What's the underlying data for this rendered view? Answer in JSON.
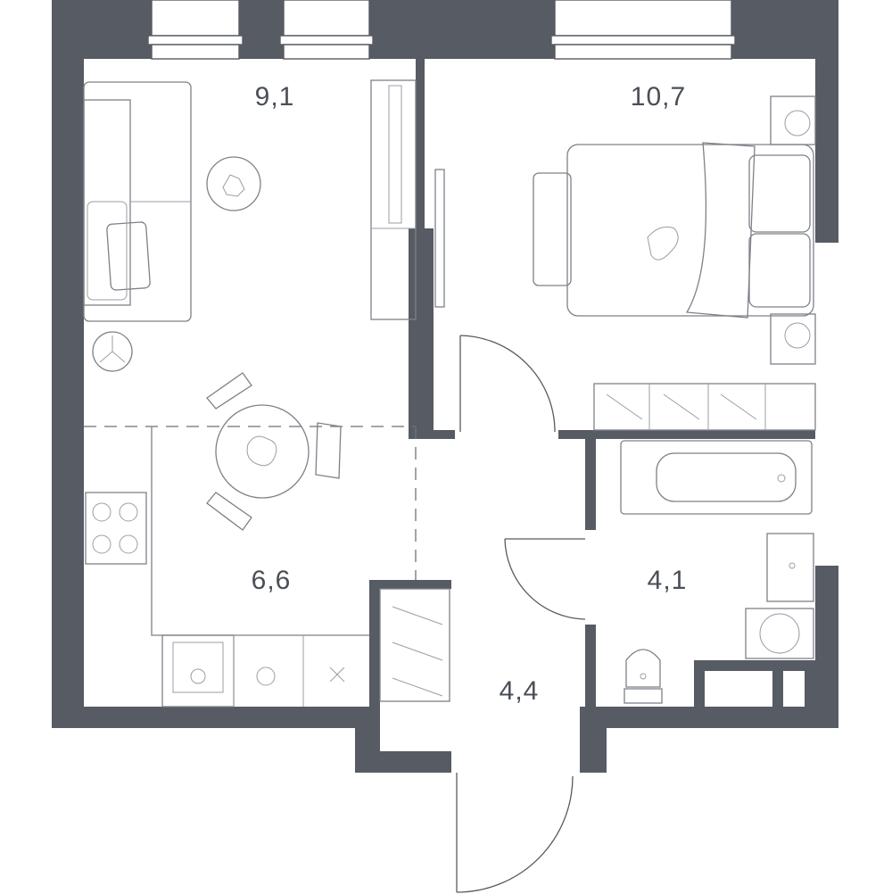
{
  "rooms": [
    {
      "id": "living",
      "area": "9,1"
    },
    {
      "id": "bedroom",
      "area": "10,7"
    },
    {
      "id": "kitchen",
      "area": "6,6"
    },
    {
      "id": "bathroom",
      "area": "4,1"
    },
    {
      "id": "hall",
      "area": "4,4"
    }
  ],
  "colors": {
    "wall": "#575b63",
    "furniture_line": "#7d8188",
    "label": "#4a4f57"
  }
}
